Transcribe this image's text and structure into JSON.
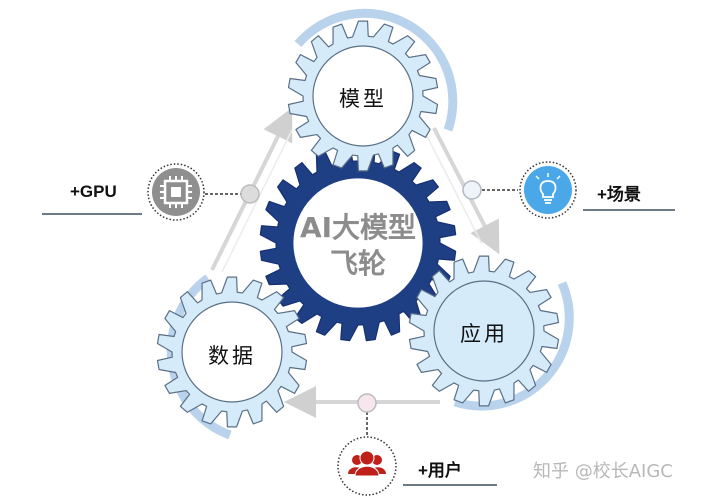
{
  "diagram": {
    "title": "AI大模型飞轮",
    "center": {
      "line1": "AI大模型",
      "line2": "飞轮",
      "color": "#1f3f85"
    },
    "gears": [
      {
        "id": "model",
        "label": "模型"
      },
      {
        "id": "application",
        "label": "应用"
      },
      {
        "id": "data",
        "label": "数据"
      }
    ],
    "inputs": [
      {
        "id": "gpu",
        "label": "+GPU",
        "icon": "chip-icon",
        "icon_color": "#8a8a8a"
      },
      {
        "id": "scenario",
        "label": "+场景",
        "icon": "lightbulb-icon",
        "icon_color": "#4aa8e8"
      },
      {
        "id": "users",
        "label": "+用户",
        "icon": "users-icon",
        "icon_color": "#c0201a"
      }
    ],
    "flow": [
      "数据",
      "模型",
      "应用",
      "数据"
    ],
    "colors": {
      "gear_fill": "#d6ebfa",
      "gear_stroke": "#5a6f86",
      "arc": "#b9d3ec",
      "arrow": "#d4d4d4"
    }
  },
  "watermark": "知乎 @校长AIGC"
}
